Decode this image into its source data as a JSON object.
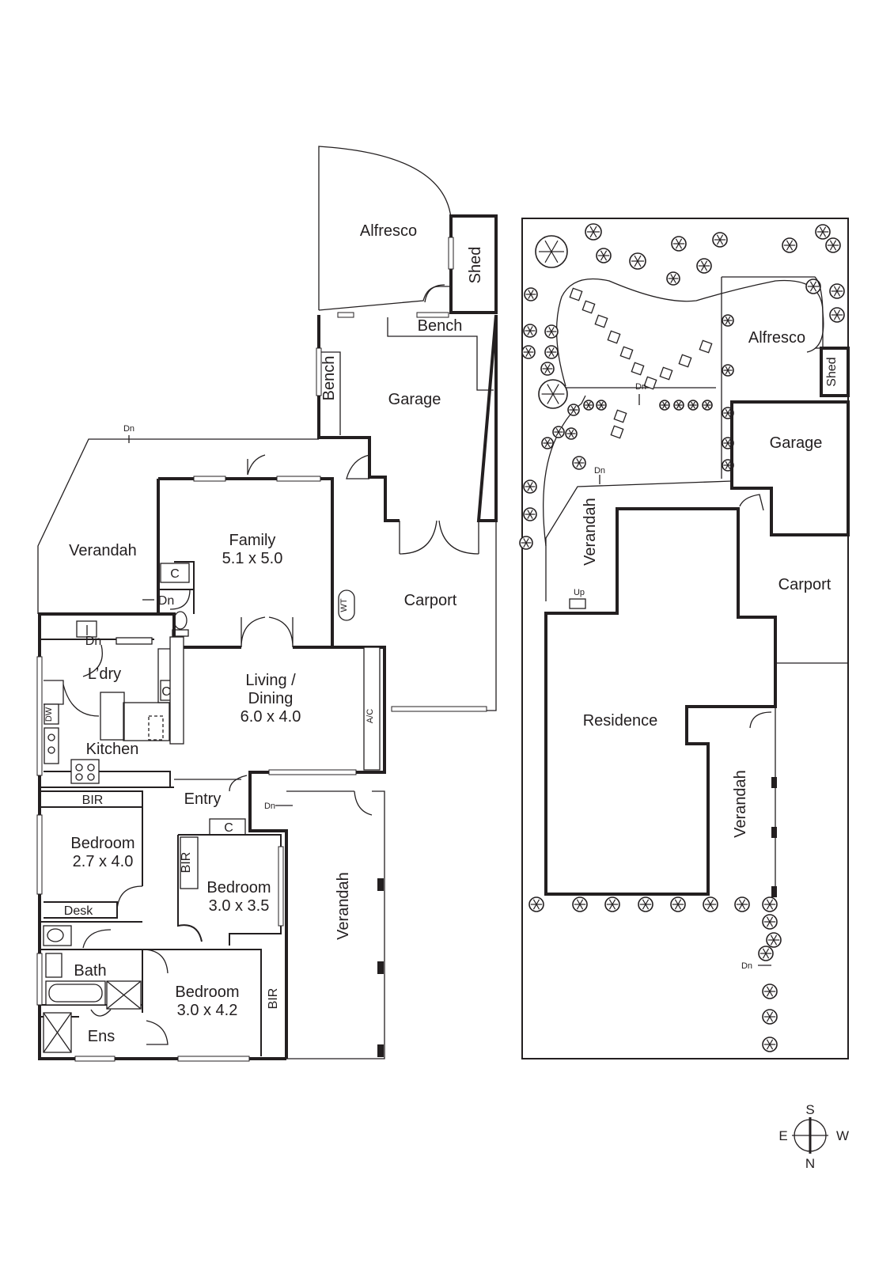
{
  "floor_plan": {
    "rooms": {
      "alfresco": "Alfresco",
      "shed": "Shed",
      "bench_top": "Bench",
      "bench_side": "Bench",
      "garage": "Garage",
      "verandah_north": "Verandah",
      "family": "Family",
      "family_size": "5.1 x 5.0",
      "carport": "Carport",
      "wt": "WT",
      "c_family": "C",
      "dn_wc": "Dn",
      "dn_laundry": "Dn",
      "laundry": "L’dry",
      "c_laundry": "C",
      "dw": "DW",
      "kitchen": "Kitchen",
      "living": "Living /",
      "dining": "Dining",
      "living_size": "6.0 x 4.0",
      "ac": "A/C",
      "entry": "Entry",
      "dn_entry": "Dn",
      "bir_1": "BIR",
      "bedroom_1": "Bedroom",
      "bedroom_1_size": "2.7 x 4.0",
      "desk": "Desk",
      "c_entry": "C",
      "bir_2": "BIR",
      "bedroom_2": "Bedroom",
      "bedroom_2_size": "3.0 x 3.5",
      "verandah_south": "Verandah",
      "bath": "Bath",
      "bedroom_3": "Bedroom",
      "bedroom_3_size": "3.0 x 4.2",
      "bir_3": "BIR",
      "ens": "Ens",
      "dn_top": "Dn"
    }
  },
  "site_plan": {
    "labels": {
      "alfresco": "Alfresco",
      "shed": "Shed",
      "garage": "Garage",
      "dn_path": "Dn",
      "dn_verandah": "Dn",
      "verandah_north": "Verandah",
      "up": "Up",
      "carport": "Carport",
      "residence": "Residence",
      "verandah_east": "Verandah",
      "dn_side": "Dn"
    }
  },
  "compass": {
    "south": "S",
    "east": "E",
    "west": "W",
    "north": "N"
  }
}
